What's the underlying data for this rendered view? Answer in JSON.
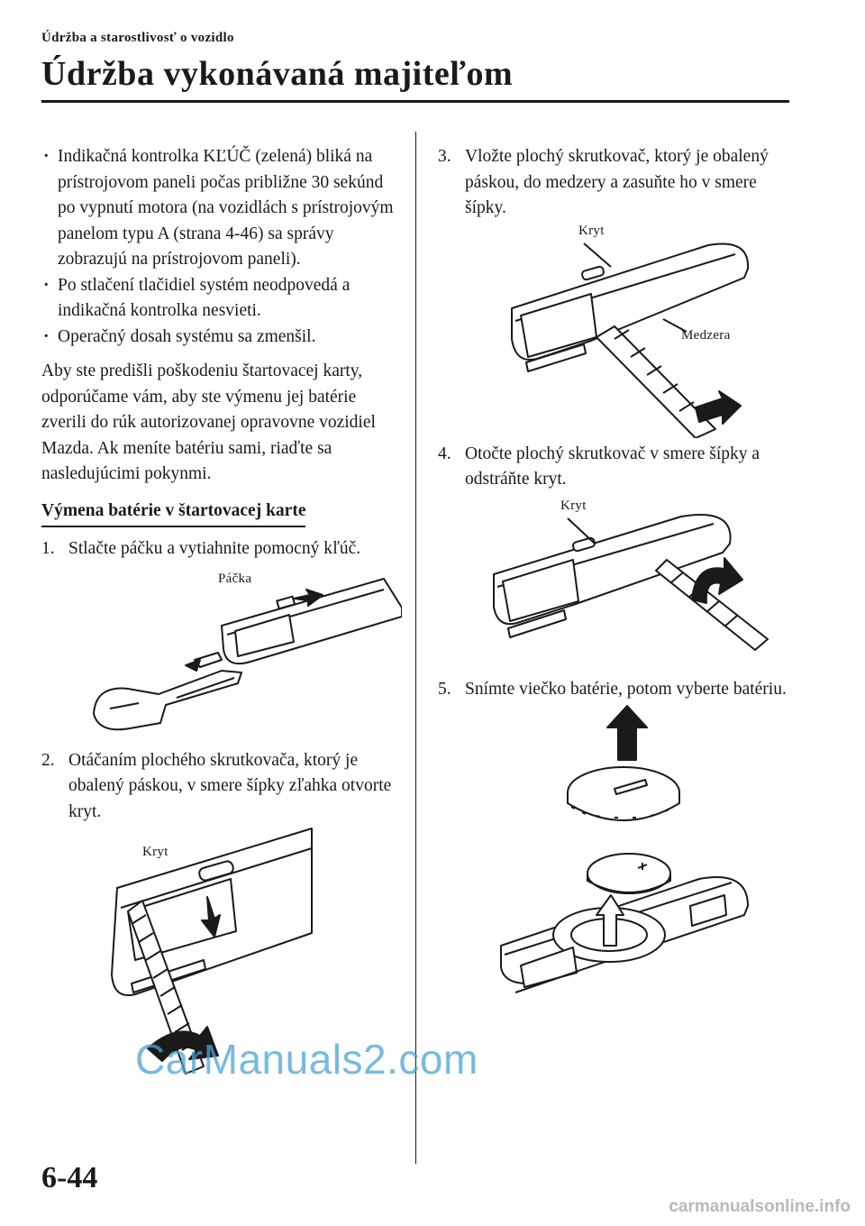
{
  "header": {
    "section": "Údržba a starostlivosť o vozidlo",
    "title": "Údržba vykonávaná majiteľom"
  },
  "left": {
    "bullets": [
      "Indikačná kontrolka KĽÚČ (zelená) bliká na prístrojovom paneli počas približne 30 sekúnd po vypnutí motora (na vozidlách s prístrojovým panelom typu A (strana 4-46) sa správy zobrazujú na prístrojovom paneli).",
      "Po stlačení tlačidiel systém neodpovedá a indikačná kontrolka nesvieti.",
      "Operačný dosah systému sa zmenšil."
    ],
    "paragraph": "Aby ste predišli poškodeniu štartovacej karty, odporúčame vám, aby ste výmenu jej batérie zverili do rúk autorizovanej opravovne vozidiel Mazda. Ak meníte batériu sami, riaďte sa nasledujúcimi pokynmi.",
    "subheading": "Výmena batérie v štartovacej karte",
    "step1": {
      "num": "1.",
      "text": "Stlačte páčku a vytiahnite pomocný kľúč.",
      "label": "Páčka"
    },
    "step2": {
      "num": "2.",
      "text": "Otáčaním plochého skrutkovača, ktorý je obalený páskou, v smere šípky zľahka otvorte kryt.",
      "label": "Kryt"
    }
  },
  "right": {
    "step3": {
      "num": "3.",
      "text": "Vložte plochý skrutkovač, ktorý je obalený páskou, do medzery a zasuňte ho v smere šípky.",
      "label_cover": "Kryt",
      "label_gap": "Medzera"
    },
    "step4": {
      "num": "4.",
      "text": "Otočte plochý skrutkovač v smere šípky a odstráňte kryt.",
      "label": "Kryt"
    },
    "step5": {
      "num": "5.",
      "text": "Snímte viečko batérie, potom vyberte batériu."
    }
  },
  "page_number": "6-44",
  "watermark": "CarManuals2.com",
  "footer_watermark": "carmanualsonline.info"
}
